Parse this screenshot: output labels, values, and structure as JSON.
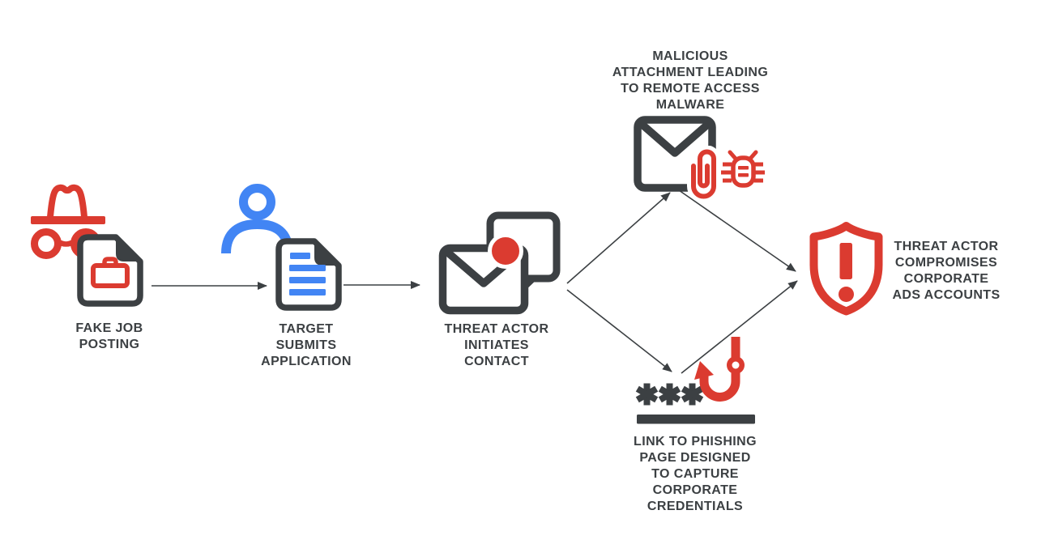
{
  "diagram": {
    "type": "flow-diagram",
    "colors": {
      "accent_red": "#DB3B30",
      "dark_gray": "#3C4043",
      "accent_blue": "#4285F4",
      "background": "#FFFFFF",
      "text": "#3C4043"
    },
    "nodes": {
      "fake_job_posting": {
        "label": "FAKE JOB\nPOSTING",
        "icons": [
          "incognito-icon",
          "job-document-icon",
          "briefcase-icon"
        ]
      },
      "target_submits_application": {
        "label": "TARGET\nSUBMITS\nAPPLICATION",
        "icons": [
          "person-icon",
          "application-document-icon"
        ]
      },
      "threat_actor_initiates_contact": {
        "label": "THREAT ACTOR\nINITIATES\nCONTACT",
        "icons": [
          "chat-bubble-icon",
          "envelope-icon",
          "notification-dot-icon"
        ]
      },
      "malicious_attachment": {
        "label": "MALICIOUS\nATTACHMENT LEADING\nTO REMOTE ACCESS\nMALWARE",
        "icons": [
          "envelope-icon",
          "paperclip-icon",
          "bug-icon"
        ]
      },
      "phishing_link": {
        "label": "LINK TO PHISHING\nPAGE DESIGNED\nTO CAPTURE\nCORPORATE\nCREDENTIALS",
        "icons": [
          "password-asterisks-icon",
          "fishing-hook-icon",
          "underline-bar"
        ]
      },
      "ads_compromise": {
        "label": "THREAT ACTOR\nCOMPROMISES\nCORPORATE\nADS ACCOUNTS",
        "icons": [
          "alert-shield-icon",
          "exclamation-mark-icon"
        ]
      }
    },
    "edges": [
      {
        "from": "fake_job_posting",
        "to": "target_submits_application"
      },
      {
        "from": "target_submits_application",
        "to": "threat_actor_initiates_contact"
      },
      {
        "from": "threat_actor_initiates_contact",
        "to": "malicious_attachment"
      },
      {
        "from": "threat_actor_initiates_contact",
        "to": "phishing_link"
      },
      {
        "from": "malicious_attachment",
        "to": "ads_compromise"
      },
      {
        "from": "phishing_link",
        "to": "ads_compromise"
      }
    ]
  }
}
